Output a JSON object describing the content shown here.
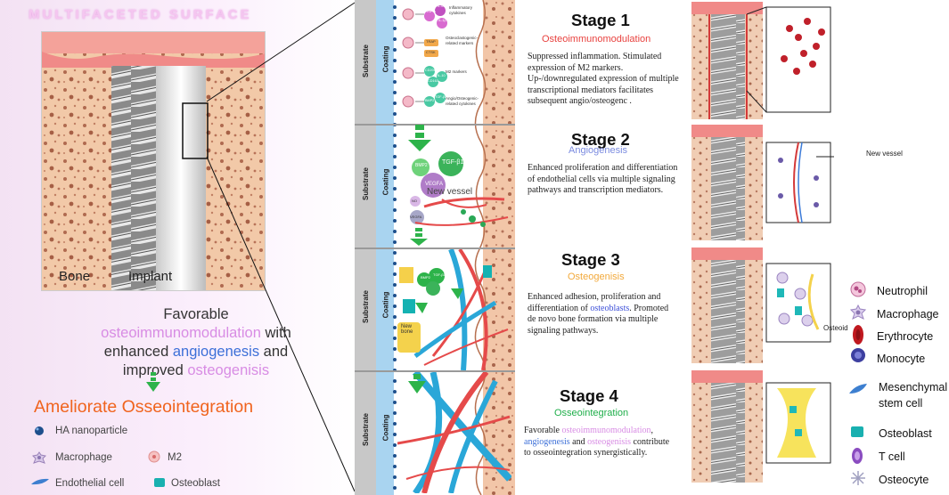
{
  "left": {
    "title": "MULTIFACETED SURFACE",
    "bone_label": "Bone",
    "implant_label": "Implant",
    "favorable": "Favorable",
    "osteoimmuno": "osteoimmunomodulation",
    "with": " with",
    "enhanced": "enhanced ",
    "angiogenesis": "angiogenesis",
    "and": " and",
    "improved": "improved ",
    "osteogenisis": "osteogenisis",
    "ameliorate": "Ameliorate Osseointegration",
    "legend": {
      "ha": "HA  nanoparticle",
      "macrophage": "Macrophage",
      "m2": "M2",
      "endothelial": "Endothelial  cell",
      "osteoblast": "Osteoblast"
    }
  },
  "middle": {
    "substrate": "Substrate",
    "coating": "Coating",
    "panel1_labels": [
      "Inflammatory cytokines",
      "Osteoclastogenic-related markers",
      "M2 markers",
      "Angio/Osteogenic-related cytokines"
    ],
    "panel1_markers": [
      "TNF-α",
      "IL-6",
      "IL-1β",
      "TRAP",
      "CTSK",
      "CD206",
      "CD163",
      "IL-10",
      "BMP2",
      "TGF-β1"
    ],
    "panel2": {
      "bmp2": "BMP2",
      "tgf": "TGF-β1",
      "vegfa": "VEGFA",
      "no": "NO",
      "vegfa2": "VEGFA",
      "new_vessel": "New  vessel"
    },
    "panel3": {
      "bmp2": "BMP2",
      "tgf": "TGF-β1",
      "new_bone": "New bone"
    }
  },
  "stages": [
    {
      "title": "Stage 1",
      "subtitle": "Osteoimmunomodulation",
      "subtitle_color": "#e8423f",
      "desc": "Suppressed inflammation. Stimulated expression of M2 markers. Up-/downregulated expression of multiple transcriptional mediators facilitates subsequent angio/osteogenc     ."
    },
    {
      "title": "Stage 2",
      "subtitle": "Angiogenesis",
      "subtitle_color": "#7b8be0",
      "desc": "Enhanced proliferation and differentiation of endothelial cells via multiple signaling pathways and transcription mediators."
    },
    {
      "title": "Stage 3",
      "subtitle": "Osteogenisis",
      "subtitle_color": "#f2a93b",
      "desc_a": "Enhanced adhesion, proliferation and differentiation of ",
      "desc_b": "osteoblasts",
      "desc_c": ". Promoted de novo bone formation via multiple signaling pathways."
    },
    {
      "title": "Stage 4",
      "subtitle": "Osseointegration",
      "subtitle_color": "#1fae4a",
      "desc_a": "Favorable ",
      "desc_b": "osteoimmunomodulation",
      "desc_c": ", ",
      "desc_d": "angiogenesis",
      "desc_e": " and ",
      "desc_f": "osteogenisis",
      "desc_g": " contribute to osseointegration synergistically."
    }
  ],
  "right": {
    "new_vessel": "New vessel",
    "osteoid": "Osteoid",
    "legend": [
      "Neutrophil",
      "Macrophage",
      "Erythrocyte",
      "Monocyte",
      "Mesenchymal stem cell",
      "Osteoblast",
      "T cell",
      "Osteocyte"
    ]
  }
}
